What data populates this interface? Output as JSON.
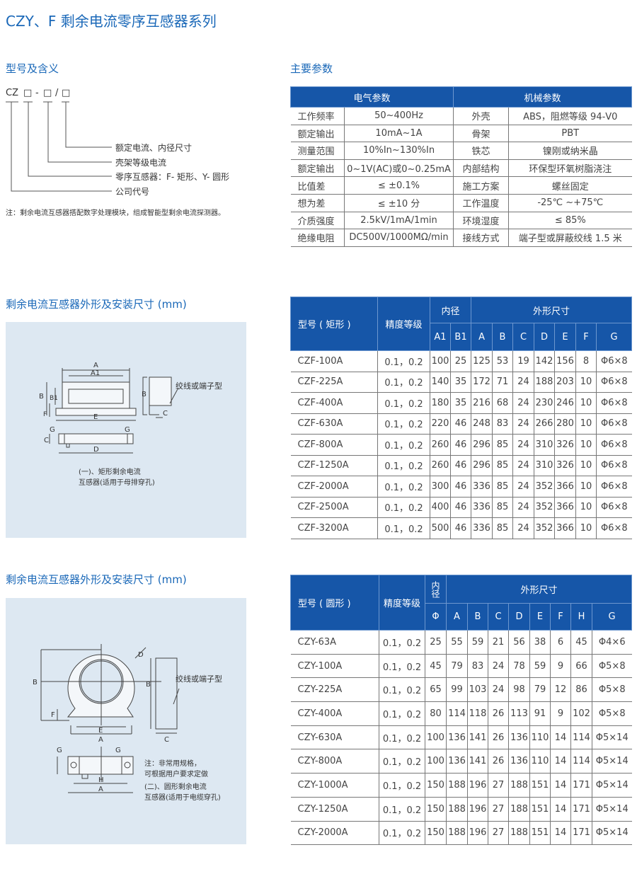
{
  "title": "CZY、F 剩余电流零序互感器系列",
  "model_meaning": {
    "heading": "型号及含义",
    "code_prefix": "CZ",
    "code_box": "□",
    "code_dash": "-",
    "code_slash": "/",
    "items": [
      "额定电流、内径尺寸",
      "壳架等级电流",
      "零序互感器：F- 矩形、Y- 圆形",
      "公司代号"
    ],
    "note": "注：剩余电流互感器搭配数字处理模块，组成智能型剩余电流探测器。"
  },
  "main_params": {
    "heading": "主要参数",
    "headers": [
      "电气参数",
      "机械参数"
    ],
    "rows": [
      [
        "工作频率",
        "50~400Hz",
        "外壳",
        "ABS，阻燃等级 94-V0"
      ],
      [
        "额定输出",
        "10mA~1A",
        "骨架",
        "PBT"
      ],
      [
        "测量范围",
        "10%In~130%In",
        "铁芯",
        "镍刚或纳米晶"
      ],
      [
        "额定输出",
        "0~1V(AC)或0~0.25mA",
        "内部结构",
        "环保型环氧树脂浇注"
      ],
      [
        "比值差",
        "≤ ±0.1%",
        "施工方案",
        "螺丝固定"
      ],
      [
        "想为差",
        "≤ ±10 分",
        "工作温度",
        "-25℃ ~+75℃"
      ],
      [
        "介质强度",
        "2.5kV/1mA/1min",
        "环境湿度",
        "≤ 85%"
      ],
      [
        "绝缘电阻",
        "DC500V/1000MΩ/min",
        "接线方式",
        "端子型或屏蔽绞线 1.5 米"
      ]
    ]
  },
  "rect": {
    "heading": "剩余电流互感器外形及安装尺寸 (mm)",
    "diagram": {
      "labels": {
        "A": "A",
        "A1": "A1",
        "B": "B",
        "B1": "B1",
        "E": "E",
        "F": "F",
        "C": "C",
        "D": "D",
        "G": "G"
      },
      "wire_note": "绞线或端子型",
      "caption1": "(一)、矩形剩余电流",
      "caption2": "互感器(适用于母排穿孔)"
    },
    "table": {
      "h_model": "型号 ( 矩形 )",
      "h_acc": "精度等级",
      "h_inner": "内径",
      "h_outer": "外形尺寸",
      "sub": [
        "A1",
        "B1",
        "A",
        "B",
        "C",
        "D",
        "E",
        "F",
        "G"
      ],
      "rows": [
        [
          "CZF-100A",
          "0.1，0.2",
          "100",
          "25",
          "125",
          "53",
          "19",
          "142",
          "156",
          "8",
          "Φ6×8"
        ],
        [
          "CZF-225A",
          "0.1，0.2",
          "140",
          "35",
          "172",
          "71",
          "24",
          "188",
          "203",
          "10",
          "Φ6×8"
        ],
        [
          "CZF-400A",
          "0.1，0.2",
          "180",
          "35",
          "216",
          "68",
          "24",
          "230",
          "246",
          "10",
          "Φ6×8"
        ],
        [
          "CZF-630A",
          "0.1，0.2",
          "220",
          "46",
          "248",
          "83",
          "24",
          "266",
          "280",
          "10",
          "Φ6×8"
        ],
        [
          "CZF-800A",
          "0.1，0.2",
          "260",
          "46",
          "296",
          "85",
          "24",
          "310",
          "326",
          "10",
          "Φ6×8"
        ],
        [
          "CZF-1250A",
          "0.1，0.2",
          "260",
          "46",
          "296",
          "85",
          "24",
          "310",
          "326",
          "10",
          "Φ6×8"
        ],
        [
          "CZF-2000A",
          "0.1，0.2",
          "300",
          "46",
          "336",
          "85",
          "24",
          "352",
          "366",
          "10",
          "Φ6×8"
        ],
        [
          "CZF-2500A",
          "0.1，0.2",
          "400",
          "46",
          "336",
          "85",
          "24",
          "352",
          "366",
          "10",
          "Φ6×8"
        ],
        [
          "CZF-3200A",
          "0.1，0.2",
          "500",
          "46",
          "336",
          "85",
          "24",
          "352",
          "366",
          "10",
          "Φ6×8"
        ]
      ]
    }
  },
  "round": {
    "heading": "剩余电流互感器外形及安装尺寸 (mm)",
    "diagram": {
      "labels": {
        "A": "A",
        "B": "B",
        "C": "C",
        "D": "D",
        "E": "E",
        "F": "F",
        "G": "G",
        "H": "H"
      },
      "wire_note": "绞线或端子型",
      "note1": "注：非常用规格，",
      "note2": "可根据用户要求定做",
      "caption1": "(二)、圆形剩余电流",
      "caption2": "互感器(适用于电缆穿孔)"
    },
    "table": {
      "h_model": "型号 ( 圆形 )",
      "h_acc": "精度等级",
      "h_inner": "内径",
      "h_outer": "外形尺寸",
      "sub": [
        "Φ",
        "A",
        "B",
        "C",
        "D",
        "E",
        "F",
        "H",
        "G"
      ],
      "rows": [
        [
          "CZY-63A",
          "0.1，0.2",
          "25",
          "55",
          "59",
          "21",
          "56",
          "38",
          "6",
          "45",
          "Φ4×6"
        ],
        [
          "CZY-100A",
          "0.1，0.2",
          "45",
          "79",
          "83",
          "24",
          "78",
          "59",
          "9",
          "66",
          "Φ5×8"
        ],
        [
          "CZY-225A",
          "0.1，0.2",
          "65",
          "99",
          "103",
          "24",
          "98",
          "79",
          "12",
          "86",
          "Φ5×8"
        ],
        [
          "CZY-400A",
          "0.1，0.2",
          "80",
          "114",
          "118",
          "26",
          "113",
          "91",
          "9",
          "102",
          "Φ5×8"
        ],
        [
          "CZY-630A",
          "0.1，0.2",
          "100",
          "136",
          "141",
          "26",
          "136",
          "110",
          "14",
          "114",
          "Φ5×14"
        ],
        [
          "CZY-800A",
          "0.1，0.2",
          "100",
          "136",
          "141",
          "26",
          "136",
          "110",
          "14",
          "114",
          "Φ5×14"
        ],
        [
          "CZY-1000A",
          "0.1，0.2",
          "150",
          "188",
          "196",
          "27",
          "188",
          "151",
          "14",
          "171",
          "Φ5×14"
        ],
        [
          "CZY-1250A",
          "0.1，0.2",
          "150",
          "188",
          "196",
          "27",
          "188",
          "151",
          "14",
          "171",
          "Φ5×14"
        ],
        [
          "CZY-2000A",
          "0.1，0.2",
          "150",
          "188",
          "196",
          "27",
          "188",
          "151",
          "14",
          "171",
          "Φ5×14"
        ]
      ]
    }
  }
}
